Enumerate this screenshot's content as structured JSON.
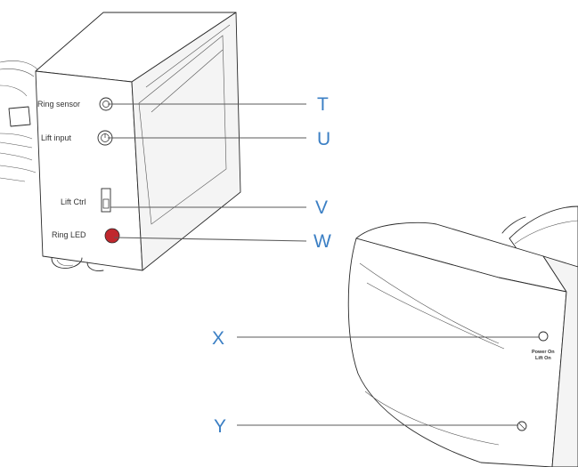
{
  "diagram": {
    "panel_labels": {
      "ring_sensor": "Ring sensor",
      "lift_input": "Lift input",
      "lift_ctrl": "Lift Ctrl",
      "ring_led": "Ring LED",
      "power_on": "Power On",
      "lift_on": "Lift On"
    },
    "callouts": {
      "t": "T",
      "u": "U",
      "v": "V",
      "w": "W",
      "x": "X",
      "y": "Y"
    },
    "colors": {
      "callout_letter": "#3b7fc4",
      "callout_line": "#5a5a5a",
      "ring_led": "#c0272d",
      "outline": "#2a2a2a"
    }
  }
}
